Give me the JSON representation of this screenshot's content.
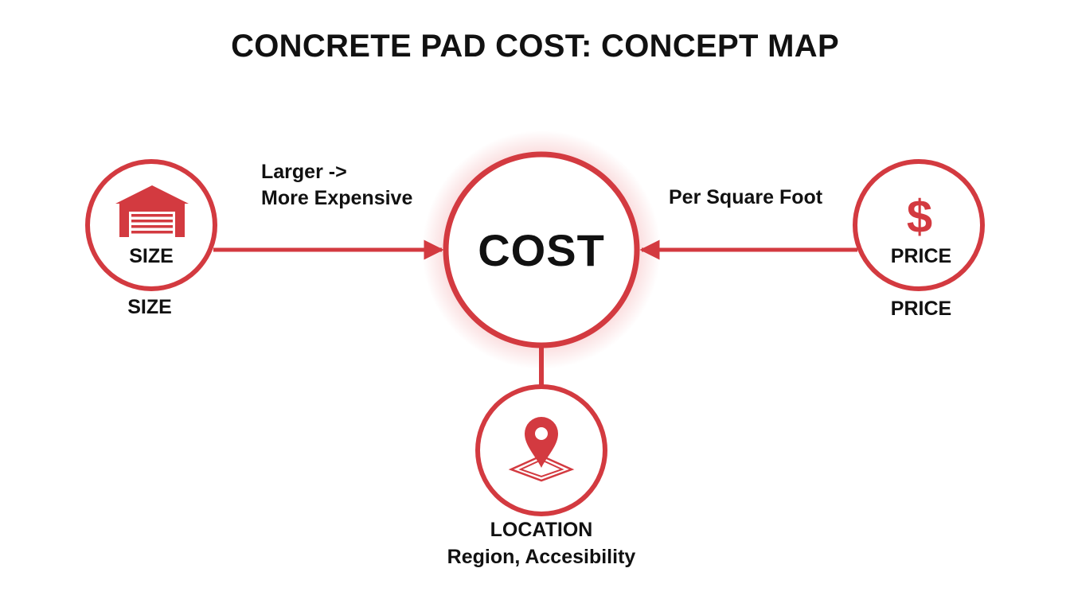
{
  "title": "CONCRETE PAD COST: CONCEPT MAP",
  "center": {
    "label": "COST"
  },
  "nodes": {
    "size": {
      "inner_label": "SIZE",
      "outer_label": "SIZE",
      "icon": "garage-icon"
    },
    "price": {
      "inner_label": "PRICE",
      "outer_label": "PRICE",
      "icon": "dollar-icon"
    },
    "location": {
      "title": "LOCATION",
      "subtitle": "Region, Accesibility",
      "icon": "map-pin-icon"
    }
  },
  "edges": {
    "size_to_cost": {
      "line1": "Larger ->",
      "line2": "More Expensive"
    },
    "price_to_cost": {
      "label": "Per Square Foot"
    }
  },
  "colors": {
    "accent": "#d33a40",
    "text": "#111111",
    "glow": "#f2a0a3"
  }
}
